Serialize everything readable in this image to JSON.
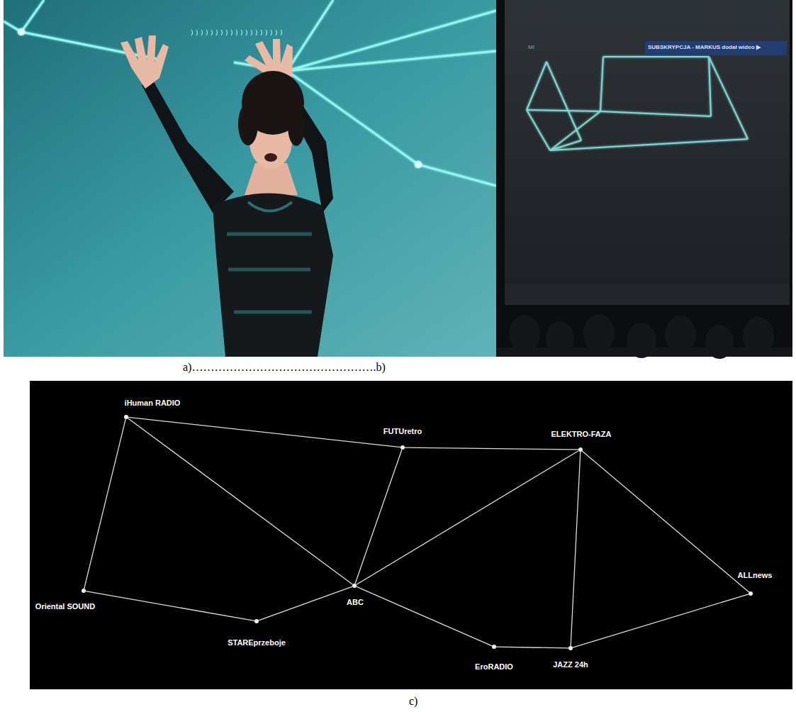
{
  "diagram": {
    "nodes": [
      {
        "text": [
          "iHuman RADIO"
        ]
      },
      {
        "text": [
          "FUTUretro"
        ]
      },
      {
        "text": [
          "ELEKTRO-FAZA"
        ]
      },
      {
        "text": [
          "Oriental SOUND"
        ]
      },
      {
        "text": [
          "ABC"
        ]
      },
      {
        "text": [
          "ALLnews"
        ]
      },
      {
        "text": [
          "STAREprzeboje"
        ]
      },
      {
        "text": [
          "EroRADIO"
        ]
      },
      {
        "text": [
          "JAZZ 24h"
        ]
      }
    ],
    "edges": [
      {
        "from": 0,
        "to": 3,
        "arrow": "none"
      },
      {
        "from": 0,
        "to": 1,
        "arrow": "none"
      },
      {
        "from": 0,
        "to": 4,
        "arrow": "none"
      },
      {
        "from": 3,
        "to": 6,
        "arrow": "none"
      },
      {
        "from": 6,
        "to": 4,
        "arrow": "none"
      },
      {
        "from": 4,
        "to": 1,
        "arrow": "none"
      },
      {
        "from": 1,
        "to": 2,
        "arrow": "none"
      },
      {
        "from": 4,
        "to": 2,
        "arrow": "none"
      },
      {
        "from": 4,
        "to": 7,
        "arrow": "none"
      },
      {
        "from": 7,
        "to": 8,
        "arrow": "none"
      },
      {
        "from": 2,
        "to": 8,
        "arrow": "none"
      },
      {
        "from": 2,
        "to": 5,
        "arrow": "none"
      },
      {
        "from": 5,
        "to": 8,
        "arrow": "none"
      }
    ],
    "labels": [
      "a)………………………………………….b)",
      "c)",
      "MI",
      "SUBSKRYPCJA - MARKUS dodał wideo ▶"
    ]
  }
}
